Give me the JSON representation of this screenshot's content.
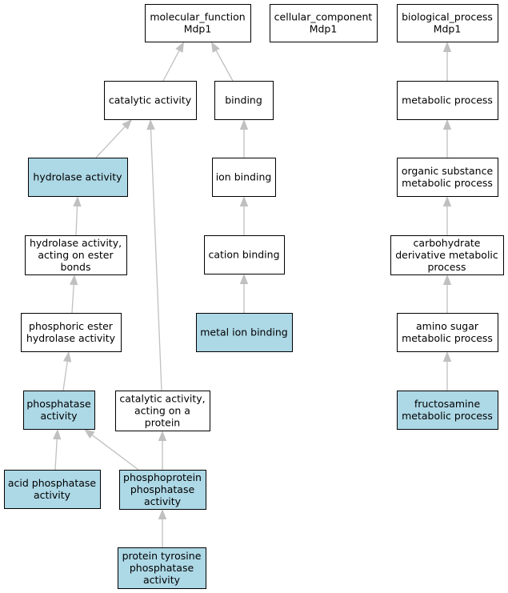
{
  "colors": {
    "plain_fill": "#ffffff",
    "highlight_fill": "#add8e6",
    "border": "#000000",
    "edge": "#c0c0c0"
  },
  "nodes": [
    {
      "id": "molecular_function",
      "lines": [
        "molecular_function",
        "Mdp1"
      ],
      "highlighted": false
    },
    {
      "id": "cellular_component",
      "lines": [
        "cellular_component",
        "Mdp1"
      ],
      "highlighted": false
    },
    {
      "id": "biological_process",
      "lines": [
        "biological_process",
        "Mdp1"
      ],
      "highlighted": false
    },
    {
      "id": "catalytic_activity",
      "lines": [
        "catalytic activity"
      ],
      "highlighted": false
    },
    {
      "id": "binding",
      "lines": [
        "binding"
      ],
      "highlighted": false
    },
    {
      "id": "metabolic_process",
      "lines": [
        "metabolic process"
      ],
      "highlighted": false
    },
    {
      "id": "hydrolase_activity",
      "lines": [
        "hydrolase activity"
      ],
      "highlighted": true
    },
    {
      "id": "ion_binding",
      "lines": [
        "ion binding"
      ],
      "highlighted": false
    },
    {
      "id": "organic_substance_metabolic_process",
      "lines": [
        "organic substance",
        "metabolic process"
      ],
      "highlighted": false
    },
    {
      "id": "hydrolase_activity_ester",
      "lines": [
        "hydrolase activity,",
        "acting on ester",
        "bonds"
      ],
      "highlighted": false
    },
    {
      "id": "cation_binding",
      "lines": [
        "cation binding"
      ],
      "highlighted": false
    },
    {
      "id": "carbohydrate_derivative_metabolic_process",
      "lines": [
        "carbohydrate",
        "derivative metabolic",
        "process"
      ],
      "highlighted": false
    },
    {
      "id": "phosphoric_ester_hydrolase_activity",
      "lines": [
        "phosphoric ester",
        "hydrolase activity"
      ],
      "highlighted": false
    },
    {
      "id": "metal_ion_binding",
      "lines": [
        "metal ion binding"
      ],
      "highlighted": true
    },
    {
      "id": "amino_sugar_metabolic_process",
      "lines": [
        "amino sugar",
        "metabolic process"
      ],
      "highlighted": false
    },
    {
      "id": "phosphatase_activity",
      "lines": [
        "phosphatase",
        "activity"
      ],
      "highlighted": true
    },
    {
      "id": "catalytic_activity_protein",
      "lines": [
        "catalytic activity,",
        "acting on a",
        "protein"
      ],
      "highlighted": false
    },
    {
      "id": "fructosamine_metabolic_process",
      "lines": [
        "fructosamine",
        "metabolic process"
      ],
      "highlighted": true
    },
    {
      "id": "acid_phosphatase_activity",
      "lines": [
        "acid phosphatase",
        "activity"
      ],
      "highlighted": true
    },
    {
      "id": "phosphoprotein_phosphatase_activity",
      "lines": [
        "phosphoprotein",
        "phosphatase",
        "activity"
      ],
      "highlighted": true
    },
    {
      "id": "protein_tyrosine_phosphatase_activity",
      "lines": [
        "protein tyrosine",
        "phosphatase",
        "activity"
      ],
      "highlighted": true
    }
  ],
  "edges": [
    {
      "from": "catalytic_activity",
      "to": "molecular_function"
    },
    {
      "from": "binding",
      "to": "molecular_function"
    },
    {
      "from": "metabolic_process",
      "to": "biological_process"
    },
    {
      "from": "hydrolase_activity",
      "to": "catalytic_activity"
    },
    {
      "from": "catalytic_activity_protein",
      "to": "catalytic_activity"
    },
    {
      "from": "ion_binding",
      "to": "binding"
    },
    {
      "from": "organic_substance_metabolic_process",
      "to": "metabolic_process"
    },
    {
      "from": "hydrolase_activity_ester",
      "to": "hydrolase_activity"
    },
    {
      "from": "cation_binding",
      "to": "ion_binding"
    },
    {
      "from": "carbohydrate_derivative_metabolic_process",
      "to": "organic_substance_metabolic_process"
    },
    {
      "from": "phosphoric_ester_hydrolase_activity",
      "to": "hydrolase_activity_ester"
    },
    {
      "from": "metal_ion_binding",
      "to": "cation_binding"
    },
    {
      "from": "amino_sugar_metabolic_process",
      "to": "carbohydrate_derivative_metabolic_process"
    },
    {
      "from": "phosphatase_activity",
      "to": "phosphoric_ester_hydrolase_activity"
    },
    {
      "from": "fructosamine_metabolic_process",
      "to": "amino_sugar_metabolic_process"
    },
    {
      "from": "acid_phosphatase_activity",
      "to": "phosphatase_activity"
    },
    {
      "from": "phosphoprotein_phosphatase_activity",
      "to": "phosphatase_activity"
    },
    {
      "from": "phosphoprotein_phosphatase_activity",
      "to": "catalytic_activity_protein"
    },
    {
      "from": "protein_tyrosine_phosphatase_activity",
      "to": "phosphoprotein_phosphatase_activity"
    }
  ]
}
